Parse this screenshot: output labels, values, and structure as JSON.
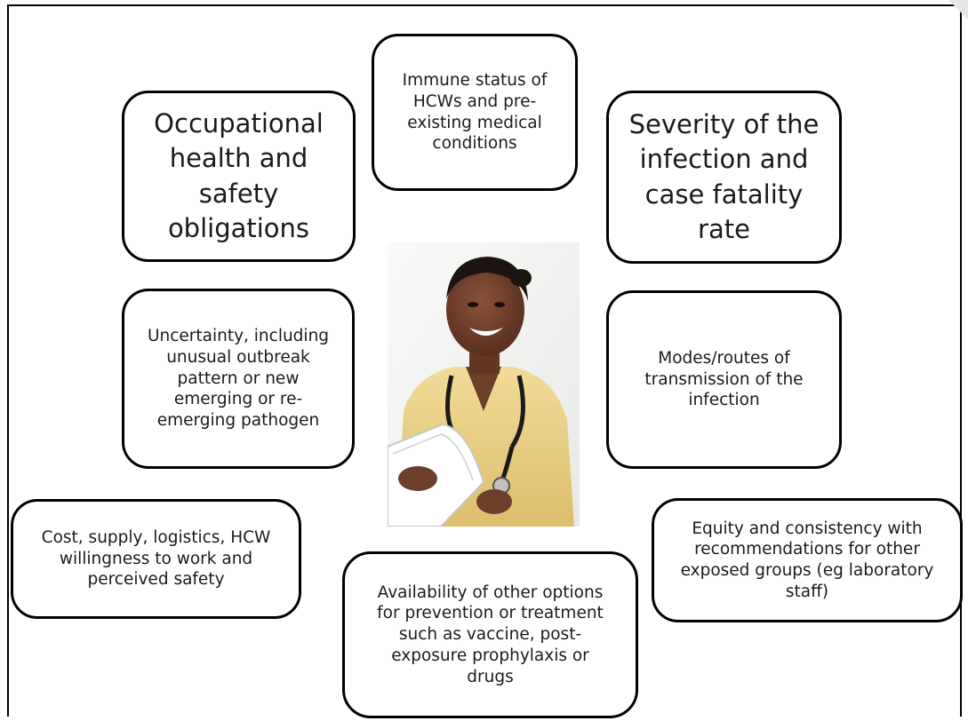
{
  "diagram": {
    "boxes": {
      "occupational": "Occupational health and safety obligations",
      "immune": "Immune status of HCWs and pre-existing medical conditions",
      "severity": "Severity of the infection and case fatality rate",
      "uncertainty": "Uncertainty, including unusual outbreak pattern or new emerging or re-emerging pathogen",
      "modes": "Modes/routes of transmission of the infection",
      "cost": "Cost, supply, logistics, HCW willingness to work and perceived safety",
      "availability": "Availability of other options for prevention or treatment such as vaccine, post-exposure prophylaxis or drugs",
      "equity": "Equity and consistency with recommendations for other exposed groups (eg laboratory staff)"
    },
    "center_image": "health-worker-photo",
    "colors": {
      "border": "#000000",
      "background": "#ffffff",
      "text": "#1a1a1a",
      "scrub": "#efd48a",
      "skin": "#6b3f2a"
    }
  }
}
